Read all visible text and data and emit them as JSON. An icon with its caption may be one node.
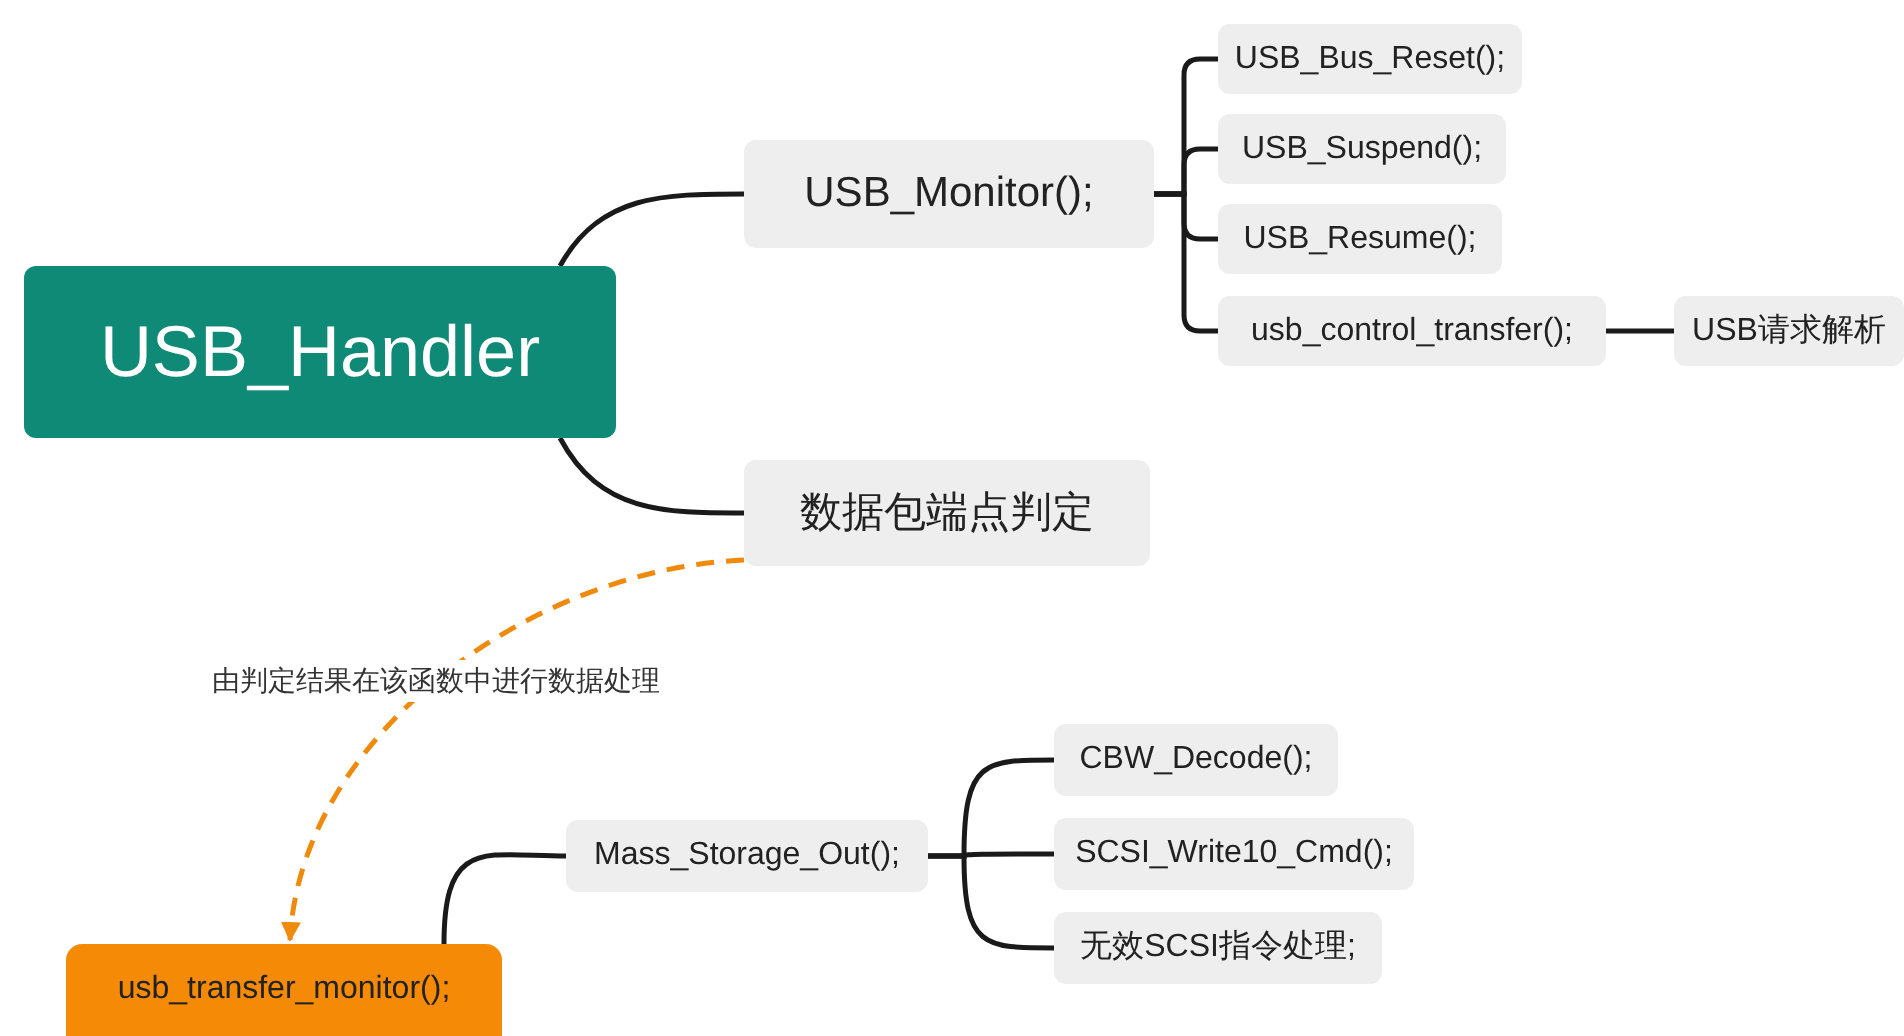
{
  "diagram": {
    "nodes": [
      {
        "text": [
          "USB_Handler"
        ]
      },
      {
        "text": [
          "USB_Monitor();"
        ]
      },
      {
        "text": [
          "数据包端点判定"
        ]
      },
      {
        "text": [
          "USB_Bus_Reset();"
        ]
      },
      {
        "text": [
          "USB_Suspend();"
        ]
      },
      {
        "text": [
          "USB_Resume();"
        ]
      },
      {
        "text": [
          "usb_control_transfer();"
        ]
      },
      {
        "text": [
          "USB请求解析"
        ]
      },
      {
        "text": [
          "usb_transfer_monitor();"
        ]
      },
      {
        "text": [
          "Mass_Storage_Out();"
        ]
      },
      {
        "text": [
          "CBW_Decode();"
        ]
      },
      {
        "text": [
          "SCSI_Write10_Cmd();"
        ]
      },
      {
        "text": [
          "无效SCSI指令处理;"
        ]
      }
    ],
    "edges": [
      {
        "from": 0,
        "to": 1,
        "arrow": "none"
      },
      {
        "from": 0,
        "to": 2,
        "arrow": "none"
      },
      {
        "from": 1,
        "to": 3,
        "arrow": "none"
      },
      {
        "from": 1,
        "to": 4,
        "arrow": "none"
      },
      {
        "from": 1,
        "to": 5,
        "arrow": "none"
      },
      {
        "from": 1,
        "to": 6,
        "arrow": "none"
      },
      {
        "from": 6,
        "to": 7,
        "arrow": "none"
      },
      {
        "from": 2,
        "to": 8,
        "arrow": "to",
        "label": "由判定结果在该函数中进行数据处理",
        "style": "dashed",
        "color": "#f08a0c"
      },
      {
        "from": 8,
        "to": 9,
        "arrow": "none"
      },
      {
        "from": 9,
        "to": 10,
        "arrow": "none"
      },
      {
        "from": 9,
        "to": 11,
        "arrow": "none"
      },
      {
        "from": 9,
        "to": 12,
        "arrow": "none"
      }
    ]
  }
}
